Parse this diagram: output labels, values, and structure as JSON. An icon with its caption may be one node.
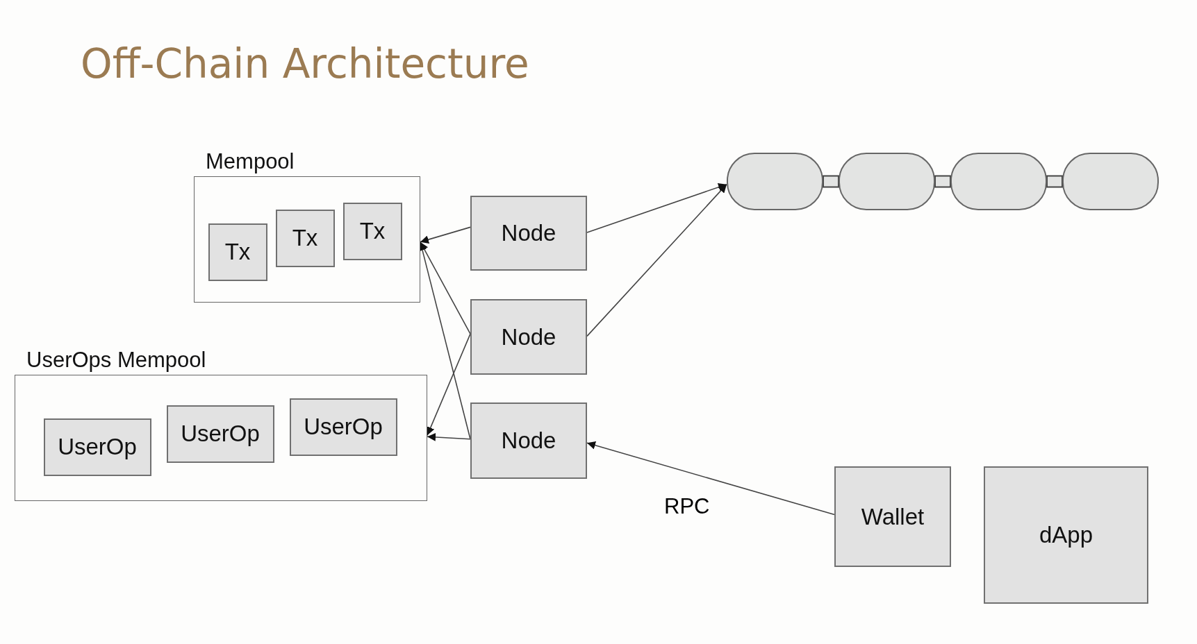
{
  "diagram": {
    "title": "Off-Chain Architecture",
    "nodes": [
      {
        "text": [
          "Mempool"
        ]
      },
      {
        "text": [
          "Tx"
        ],
        "in": 0
      },
      {
        "text": [
          "Tx"
        ],
        "in": 0
      },
      {
        "text": [
          "Tx"
        ],
        "in": 0
      },
      {
        "text": [
          "UserOps Mempool"
        ]
      },
      {
        "text": [
          "UserOp"
        ],
        "in": 4
      },
      {
        "text": [
          "UserOp"
        ],
        "in": 4
      },
      {
        "text": [
          "UserOp"
        ],
        "in": 4
      },
      {
        "text": [
          "Node"
        ]
      },
      {
        "text": [
          "Node"
        ]
      },
      {
        "text": [
          "Node"
        ]
      },
      {
        "text": [],
        "shape": "box"
      },
      {
        "text": [],
        "shape": "box"
      },
      {
        "text": [],
        "shape": "box"
      },
      {
        "text": [],
        "shape": "box"
      },
      {
        "text": [
          "Wallet"
        ]
      },
      {
        "text": [
          "dApp"
        ]
      }
    ],
    "edges": [
      {
        "from": 8,
        "to": 0,
        "arrow": "to"
      },
      {
        "from": 9,
        "to": 0,
        "arrow": "to"
      },
      {
        "from": 10,
        "to": 0,
        "arrow": "to"
      },
      {
        "from": 9,
        "to": 4,
        "arrow": "to"
      },
      {
        "from": 10,
        "to": 4,
        "arrow": "to"
      },
      {
        "from": 8,
        "to": 11,
        "arrow": "to"
      },
      {
        "from": 9,
        "to": 11,
        "arrow": "to"
      },
      {
        "from": 15,
        "to": 10,
        "label": "RPC",
        "arrow": "to"
      },
      {
        "from": 11,
        "to": 12,
        "arrow": "none",
        "style": "thick"
      },
      {
        "from": 12,
        "to": 13,
        "arrow": "none",
        "style": "thick"
      },
      {
        "from": 13,
        "to": 14,
        "arrow": "none",
        "style": "thick"
      }
    ]
  }
}
